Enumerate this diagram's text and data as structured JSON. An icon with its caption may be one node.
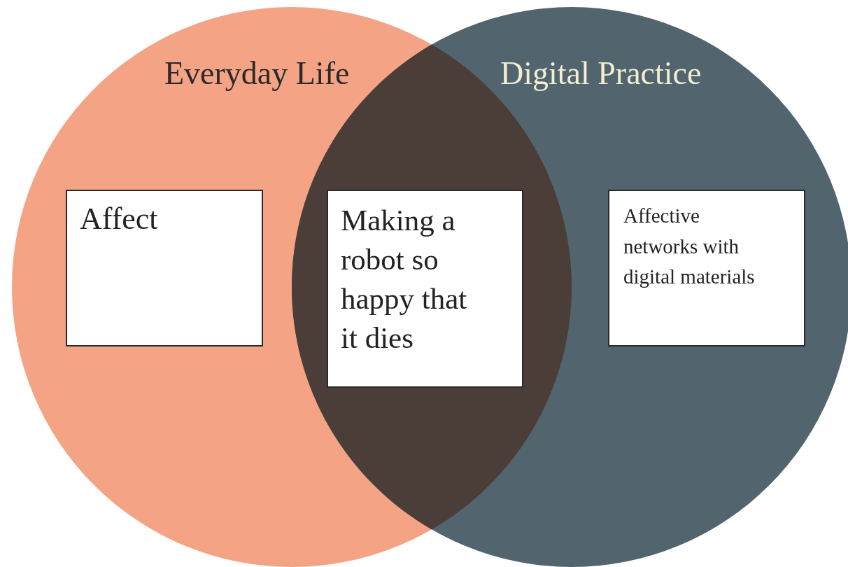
{
  "diagram": {
    "nodes": [
      {
        "text": [
          "Everyday Life"
        ]
      },
      {
        "text": [
          "Digital Practice"
        ]
      },
      {
        "text": [
          "Affect"
        ],
        "in": 0
      },
      {
        "text": [
          "Making a robot so happy that it dies"
        ]
      },
      {
        "text": [
          "Affective networks with digital materials"
        ],
        "in": 1
      }
    ]
  }
}
